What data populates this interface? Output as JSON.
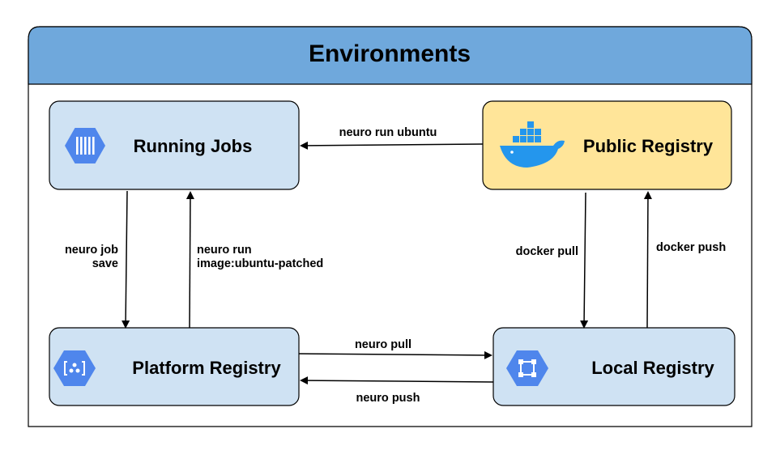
{
  "title": "Environments",
  "colors": {
    "header": "#6fa8dc",
    "node_fill": "#cfe2f3",
    "public_fill": "#ffe599",
    "icon_blue": "#4f86ec",
    "docker_blue": "#2496ed"
  },
  "nodes": {
    "running_jobs": {
      "label": "Running Jobs",
      "icon": "compute-engine-icon"
    },
    "public_registry": {
      "label": "Public Registry",
      "icon": "docker-whale-icon"
    },
    "platform_registry": {
      "label": "Platform Registry",
      "icon": "container-registry-icon"
    },
    "local_registry": {
      "label": "Local Registry",
      "icon": "container-icon"
    }
  },
  "edges": {
    "public_to_jobs": {
      "label": "neuro run ubuntu"
    },
    "jobs_to_platform": {
      "label_line1": "neuro job",
      "label_line2": "save"
    },
    "platform_to_jobs": {
      "label_line1": "neuro run",
      "label_line2": "image:ubuntu-patched"
    },
    "public_to_local": {
      "label": "docker pull"
    },
    "local_to_public": {
      "label": "docker push"
    },
    "platform_to_local": {
      "label": "neuro pull"
    },
    "local_to_platform": {
      "label": "neuro push"
    }
  }
}
